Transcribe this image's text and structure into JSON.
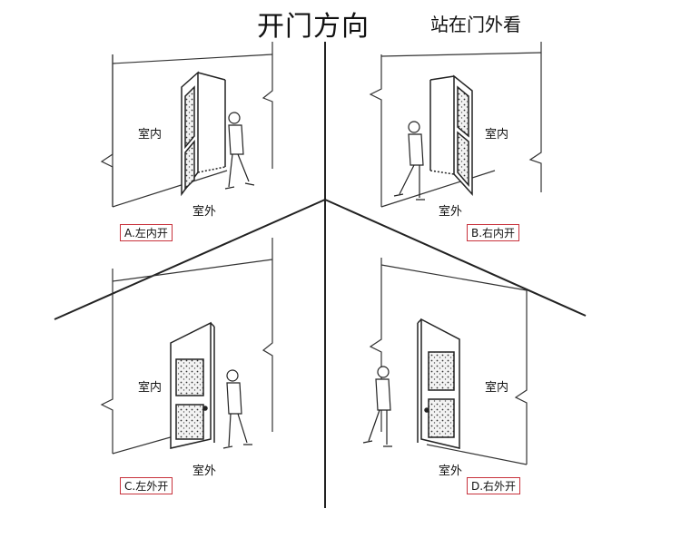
{
  "header": {
    "title": "开门方向",
    "subtitle": "站在门外看"
  },
  "panels": [
    {
      "id": "A",
      "inside_label": "室内",
      "outside_label": "室外",
      "tag": "A.左内开"
    },
    {
      "id": "B",
      "inside_label": "室内",
      "outside_label": "室外",
      "tag": "B.右内开"
    },
    {
      "id": "C",
      "inside_label": "室内",
      "outside_label": "室外",
      "tag": "C.左外开"
    },
    {
      "id": "D",
      "inside_label": "室内",
      "outside_label": "室外",
      "tag": "D.右外开"
    }
  ],
  "colors": {
    "line": "#222222",
    "tag_border": "#c8323c"
  }
}
